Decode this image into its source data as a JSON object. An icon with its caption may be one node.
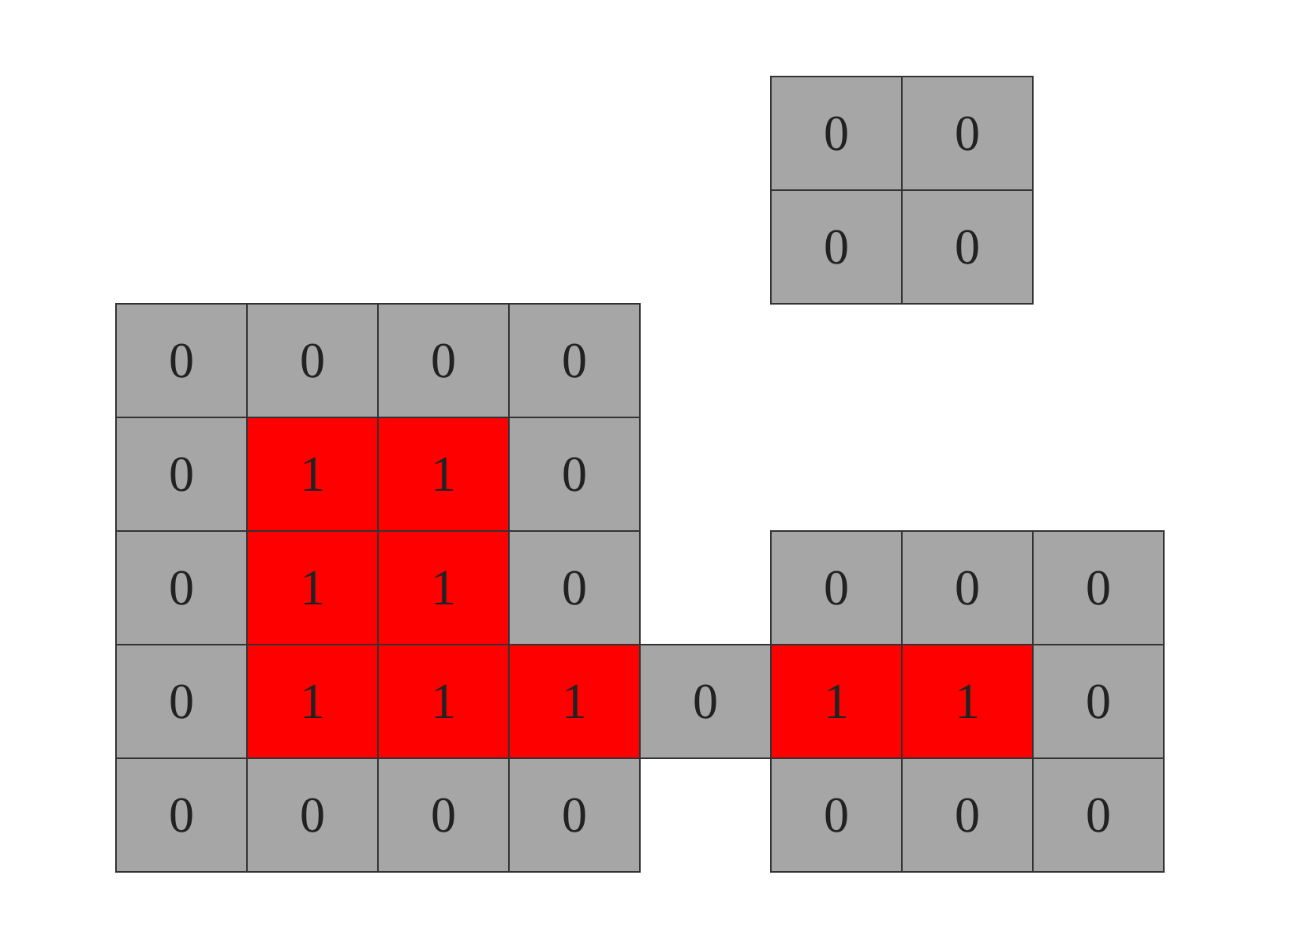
{
  "diagram": {
    "labels": [
      "0",
      "0",
      "0",
      "0",
      "0",
      "0",
      "0",
      "0",
      "0",
      "1",
      "1",
      "0",
      "0",
      "1",
      "1",
      "0",
      "0",
      "0",
      "0",
      "0",
      "1",
      "1",
      "1",
      "0",
      "1",
      "1",
      "0",
      "0",
      "0",
      "0",
      "0",
      "0",
      "0",
      "0"
    ]
  }
}
